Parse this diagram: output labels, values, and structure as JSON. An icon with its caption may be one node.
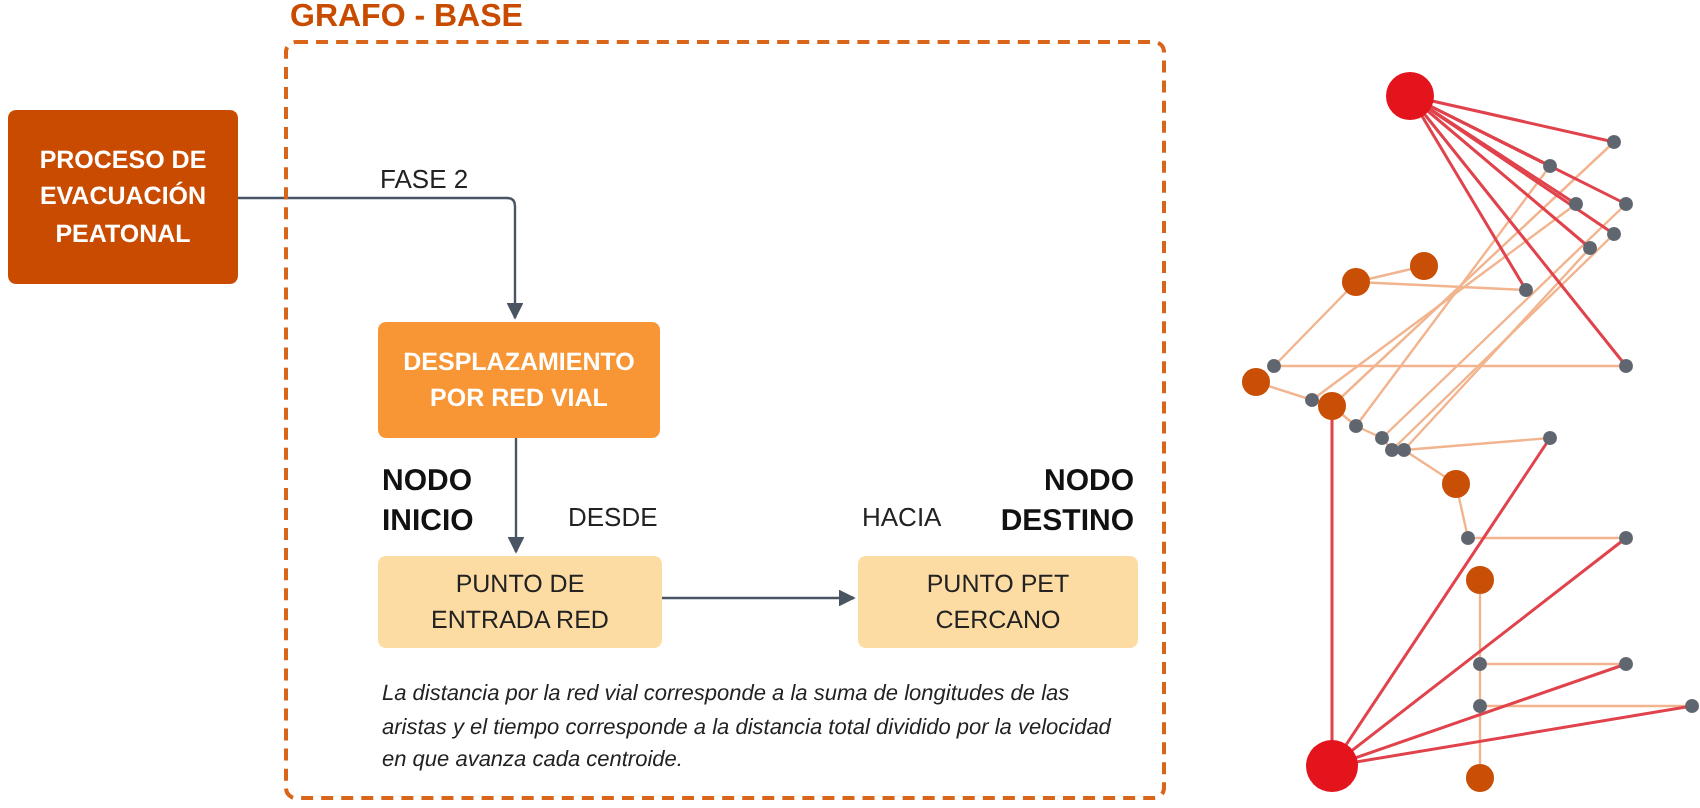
{
  "diagram": {
    "nodes": [
      {
        "text": [
          "PROCESO DE EVACUACIÓN PEATONAL"
        ]
      },
      {
        "text": [
          "GRAFO - BASE"
        ]
      },
      {
        "text": [
          "DESPLAZAMIENTO POR RED VIAL"
        ],
        "in": 1
      },
      {
        "text": [
          "PUNTO DE ENTRADA RED"
        ],
        "in": 1,
        "beside": [
          "NODO INICIO"
        ]
      },
      {
        "text": [
          "PUNTO PET CERCANO"
        ],
        "in": 1,
        "beside": [
          "NODO DESTINO"
        ]
      }
    ],
    "edges": [
      {
        "from": 0,
        "to": 2,
        "arrow": "to",
        "label": "FASE 2"
      },
      {
        "from": 2,
        "to": 3,
        "arrow": "to"
      },
      {
        "from": 3,
        "to": 4,
        "arrow": "to"
      }
    ],
    "labels": [
      "DESDE",
      "HACIA",
      "La distancia por la red vial corresponde a la suma de longitudes de las aristas y el tiempo corresponde a la distancia total dividido por la velocidad en que avanza cada centroide."
    ]
  }
}
